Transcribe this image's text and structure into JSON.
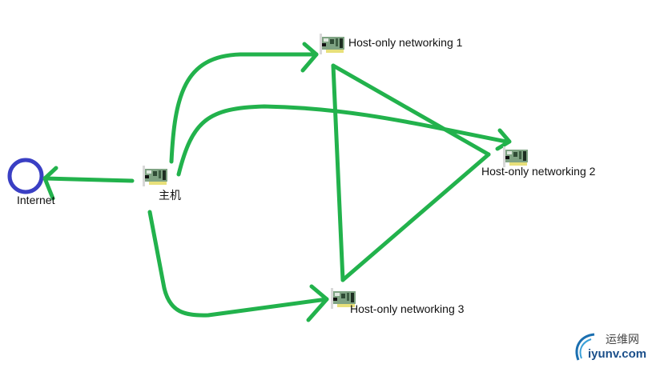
{
  "diagram": {
    "type": "network-topology",
    "colors": {
      "edge": "#22b24c",
      "internet_circle": "#3a3fc4",
      "label": "#111111",
      "watermark_blue": "#1b4f8a"
    },
    "nodes": [
      {
        "id": "internet",
        "label": "Internet",
        "icon": "circle-icon"
      },
      {
        "id": "host",
        "label": "主机",
        "icon": "network-card-icon"
      },
      {
        "id": "net1",
        "label": "Host-only networking 1",
        "icon": "network-card-icon"
      },
      {
        "id": "net2",
        "label": "Host-only networking 2",
        "icon": "network-card-icon"
      },
      {
        "id": "net3",
        "label": "Host-only networking 3",
        "icon": "network-card-icon"
      }
    ],
    "edges": [
      {
        "from": "host",
        "to": "internet",
        "style": "arrow"
      },
      {
        "from": "host",
        "to": "net1",
        "style": "curved-arrow"
      },
      {
        "from": "host",
        "to": "net2",
        "style": "curved-arrow"
      },
      {
        "from": "host",
        "to": "net3",
        "style": "curved-arrow"
      },
      {
        "from": "net1",
        "to": "net2",
        "style": "line"
      },
      {
        "from": "net2",
        "to": "net3",
        "style": "line"
      },
      {
        "from": "net3",
        "to": "net1",
        "style": "line"
      }
    ]
  },
  "watermark": {
    "chinese": "运维网",
    "domain": "iyunv.com"
  }
}
